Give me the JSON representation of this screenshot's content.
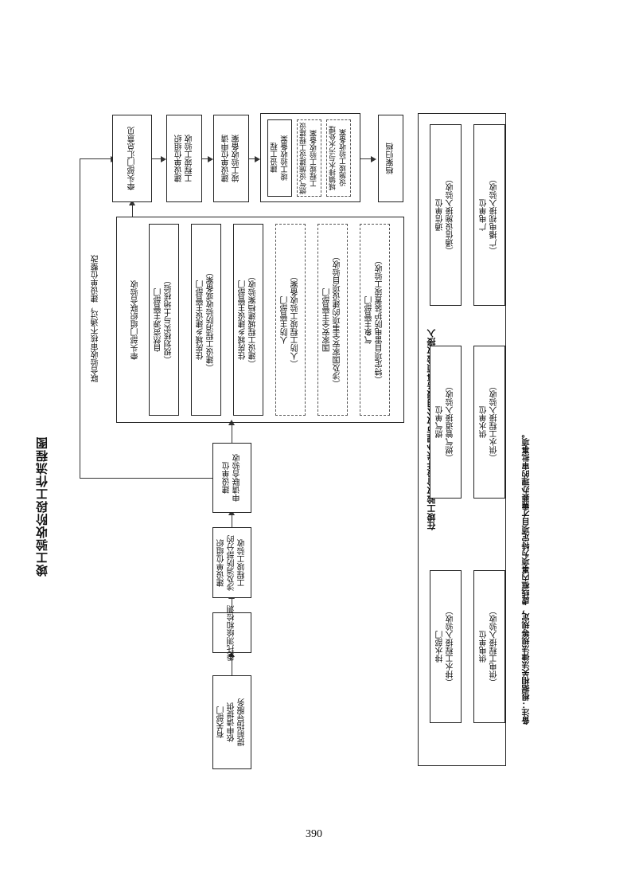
{
  "page_title": "竣工验收阶段工作流程图",
  "page_number": "390",
  "footnote": "备注：根据相关法律法规等规定，虚线框内事项为特定项目才需要办理的审批事项。",
  "feedback_label": "联合验收审核不通过，建设单位整改",
  "steps": {
    "s1": "有关部门\n依申请提供\n提前指导服务",
    "s2": "委托测绘和检测",
    "s3": "建设单位组织\n涉及消防部分的\n工程竣工验收",
    "s4": "建设单位\n申请联合验收",
    "s5": "牵头部门汇总意见",
    "s6": "建设单位组织\n工程竣工验收",
    "s7": "建设单位申请\n竣工验收备案",
    "s8": "档案归档"
  },
  "joint": {
    "header": "牵头部门组织联合验收",
    "items": [
      {
        "text": "自然资源主管部门\n（规划核实与土地核验）",
        "dashed": false
      },
      {
        "text": "住房城乡建设主管部门\n（建设工程消防验收或备案）",
        "dashed": false
      },
      {
        "text": "住房城乡建设主管部门\n（建设工程城建档案验收）",
        "dashed": false
      },
      {
        "text": "人防主管部门\n（人防工程竣工验收备案）",
        "dashed": true
      },
      {
        "text": "国家安全主管部门\n（涉及国家安全事项的建设项目验收）",
        "dashed": true
      },
      {
        "text": "气象主管部门\n（特定项目雷电防护装置竣工验收）",
        "dashed": true
      }
    ]
  },
  "filing": {
    "items": [
      {
        "text": "建设工程\n竣工验收备案",
        "dashed": false
      },
      {
        "text": "燃气设施建设工程建设\n工程竣工验收备案",
        "dashed": true
      },
      {
        "text": "城镇排水与污水处理\n设施竣工验收备案",
        "dashed": true
      }
    ]
  },
  "utilities": {
    "title": "在竣工验收阶段并联办理市政公用服务事项验收接入",
    "items": [
      {
        "text": "排水部门\n（排水工程接入验收）"
      },
      {
        "text": "供电单位\n（供电工程接入验收）"
      },
      {
        "text": "燃气单位\n（燃气管道接入验收）"
      },
      {
        "text": "供水单位\n（供水工程接入验收）"
      },
      {
        "text": "通信单位\n（通信设施接入验收）"
      },
      {
        "text": "广电单位\n（广播电视接入验收）"
      }
    ]
  }
}
